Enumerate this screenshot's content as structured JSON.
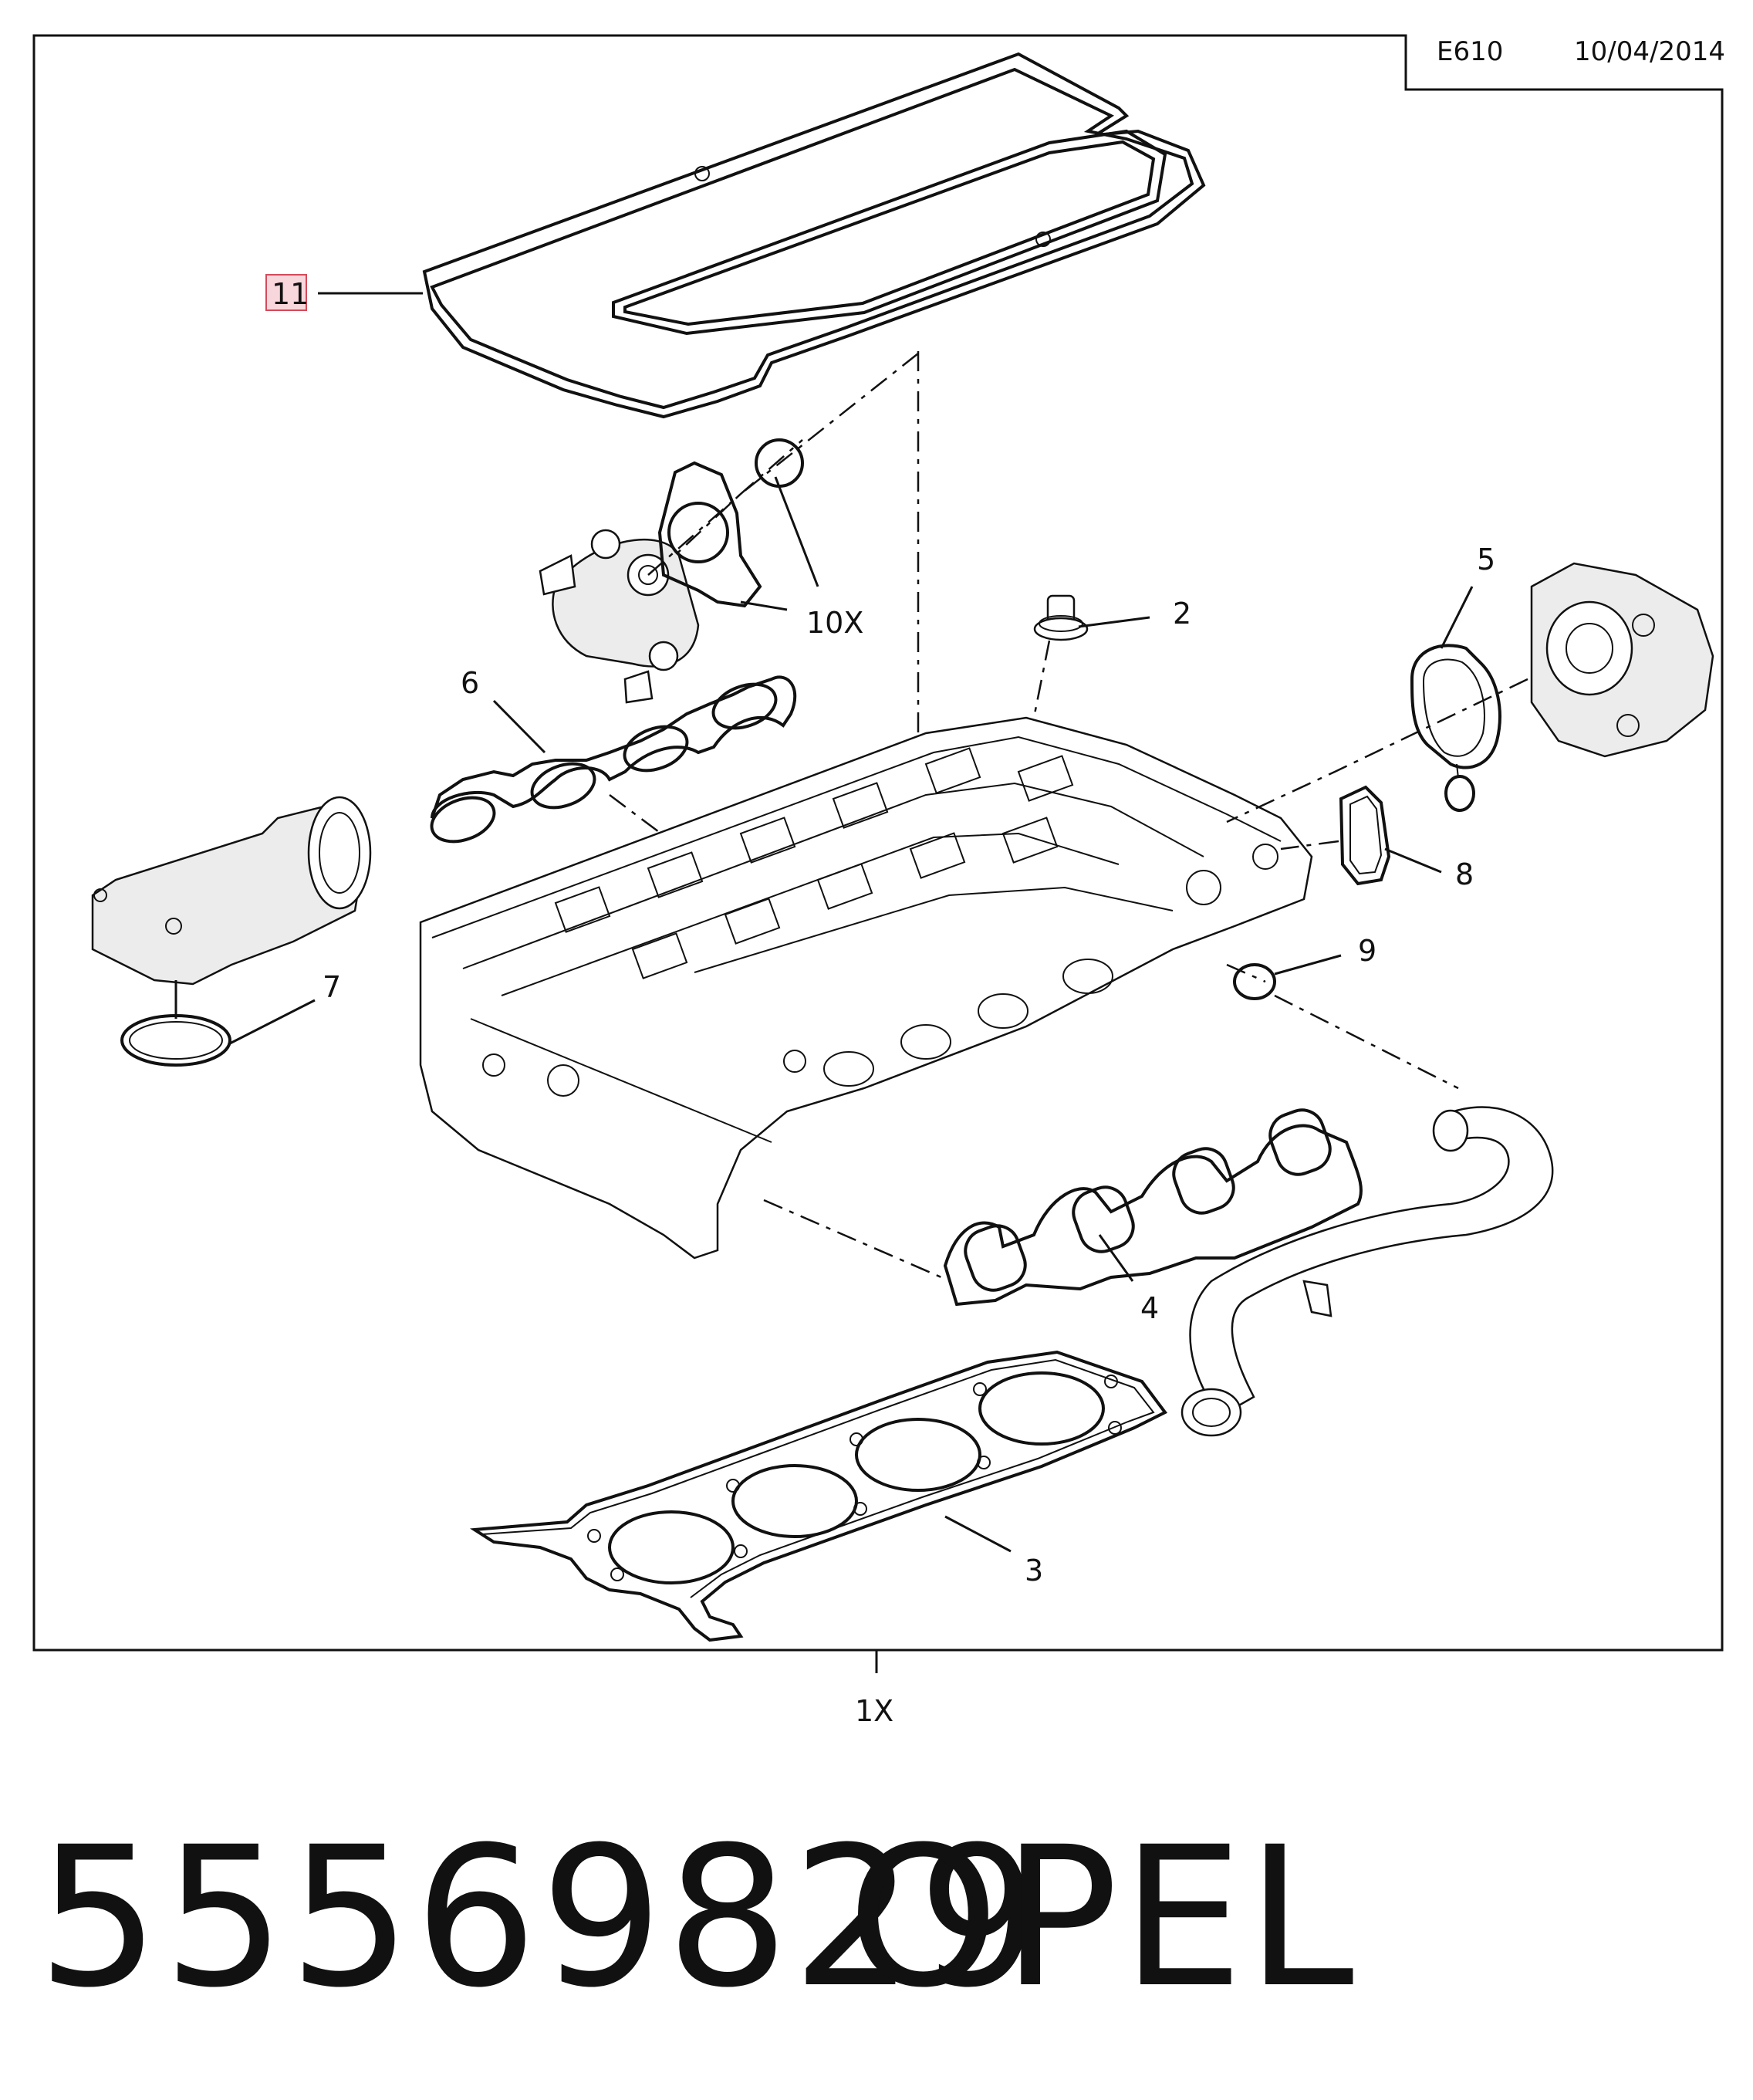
{
  "header": {
    "code": "E610",
    "date": "10/04/2014"
  },
  "callouts": {
    "c1": "1X",
    "c2": "2",
    "c3": "3",
    "c4": "4",
    "c5": "5",
    "c6": "6",
    "c7": "7",
    "c8": "8",
    "c9": "9",
    "c10": "10X",
    "c11": "11"
  },
  "footer": {
    "part_number": "55569829",
    "brand": "OPEL"
  },
  "colors": {
    "highlight_fill": "#f8d7dc",
    "highlight_stroke": "#d44a5a",
    "line": "#111111"
  }
}
